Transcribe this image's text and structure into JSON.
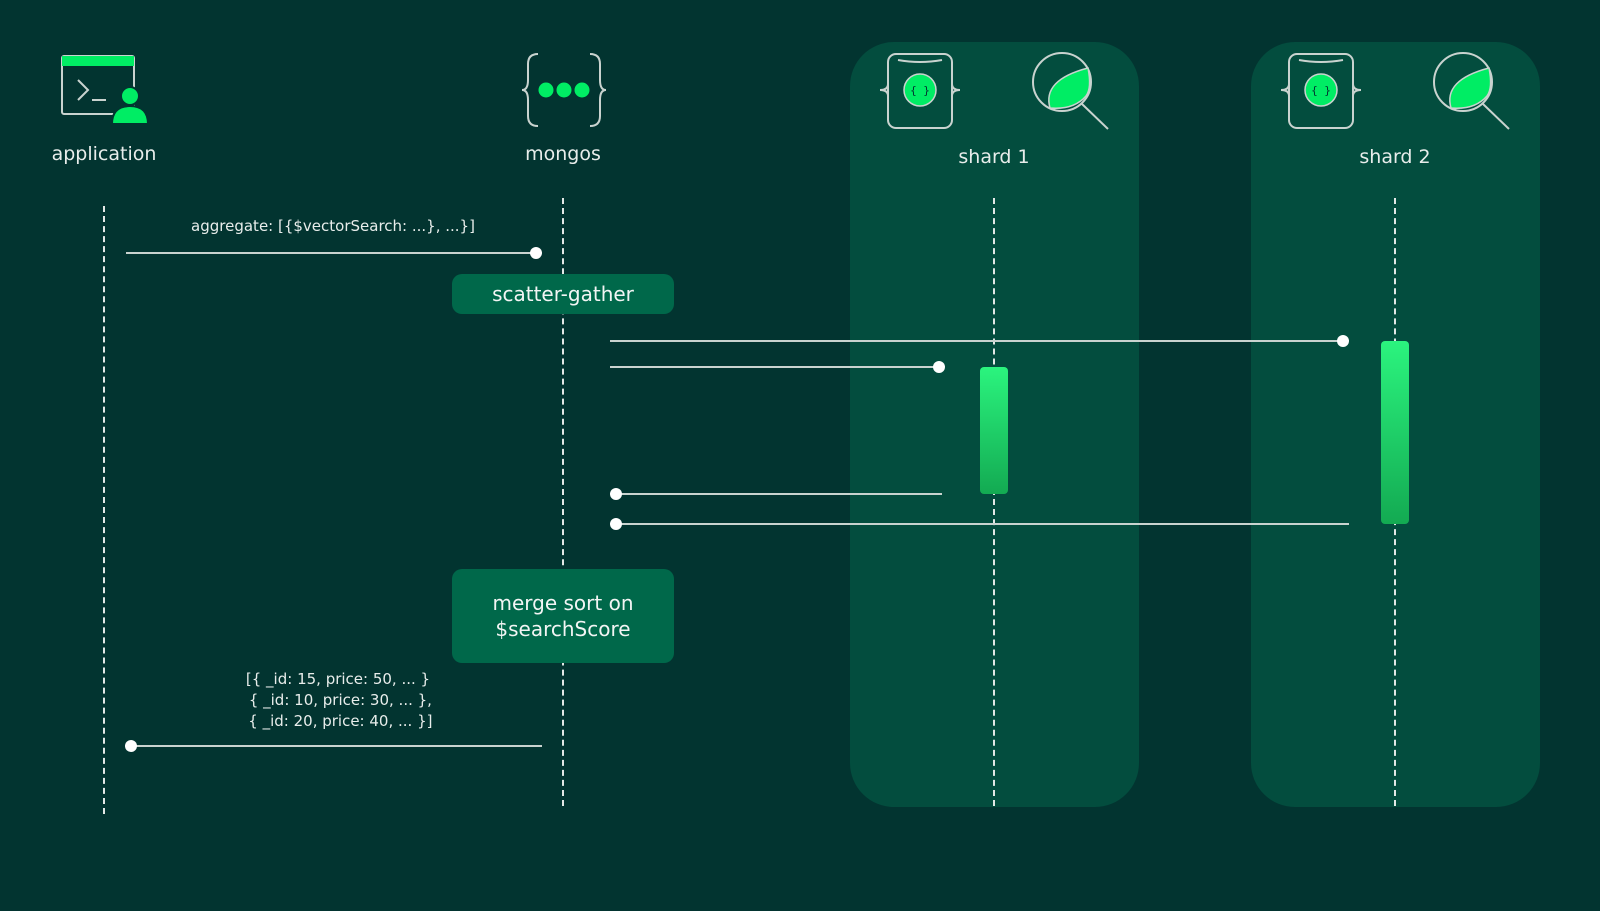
{
  "colors": {
    "background": "#023430",
    "panel": "#034D3E",
    "box": "#00684A",
    "accent": "#00ED64",
    "line": "#C9D3CF",
    "text": "#E8EDEB"
  },
  "participants": [
    {
      "id": "application",
      "label": "application",
      "icons": [
        "terminal-user-icon"
      ]
    },
    {
      "id": "mongos",
      "label": "mongos",
      "icons": [
        "mongos-router-icon"
      ]
    },
    {
      "id": "shard1",
      "label": "shard 1",
      "icons": [
        "document-database-icon",
        "search-leaf-icon"
      ]
    },
    {
      "id": "shard2",
      "label": "shard 2",
      "icons": [
        "document-database-icon",
        "search-leaf-icon"
      ]
    }
  ],
  "messages": [
    {
      "from": "application",
      "to": "mongos",
      "label": "aggregate: [{$vectorSearch: ...}, ...}]"
    },
    {
      "from": "mongos",
      "to": "shard2",
      "label": ""
    },
    {
      "from": "mongos",
      "to": "shard1",
      "label": ""
    },
    {
      "from": "shard1",
      "to": "mongos",
      "label": ""
    },
    {
      "from": "shard2",
      "to": "mongos",
      "label": ""
    },
    {
      "from": "mongos",
      "to": "application",
      "label": "[{ _id: 15, price: 50, ... }\n { _id: 10, price: 30, ... },\n { _id: 20, price: 40, ... }]"
    }
  ],
  "process_boxes": [
    {
      "on": "mongos",
      "label": "scatter-gather"
    },
    {
      "on": "mongos",
      "label": "merge sort on\n$searchScore"
    }
  ],
  "activations": [
    {
      "on": "shard1"
    },
    {
      "on": "shard2"
    }
  ]
}
